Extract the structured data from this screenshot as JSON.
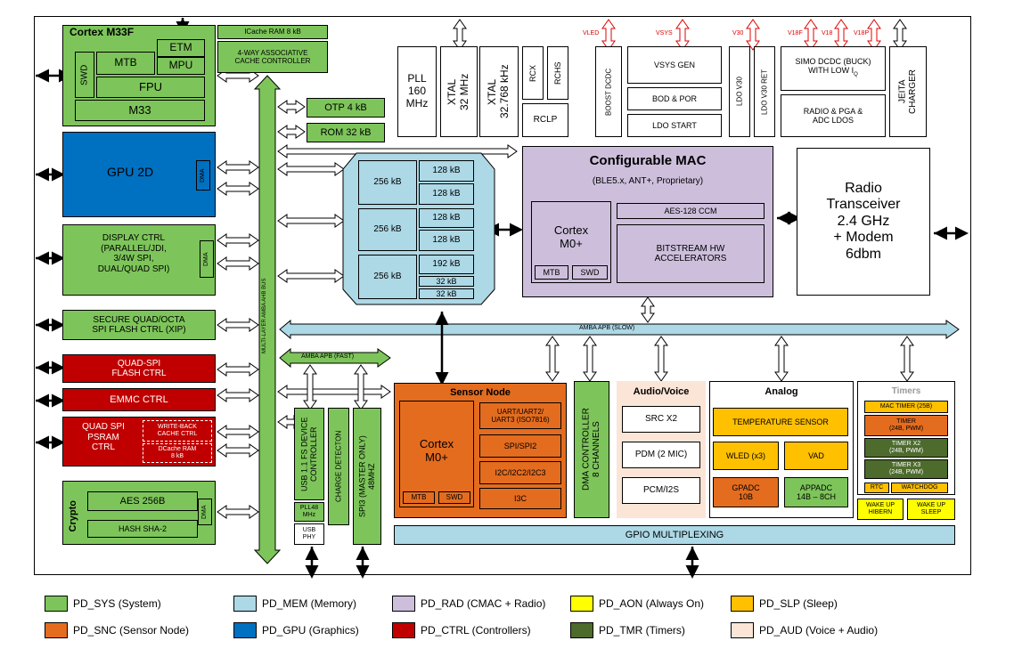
{
  "cpu": {
    "title": "Cortex M33F",
    "swd": "SWD",
    "mtb": "MTB",
    "etm": "ETM",
    "mpu": "MPU",
    "fpu": "FPU",
    "m33": "M33"
  },
  "cache": {
    "icache_ram": "ICache RAM 8 kB",
    "controller": "4-WAY ASSOCIATIVE\nCACHE CONTROLLER"
  },
  "gpu": {
    "label": "GPU 2D",
    "dma": "DMA"
  },
  "display": {
    "label": "DISPLAY CTRL\n(PARALLEL/JDI,\n3/4W SPI,\nDUAL/QUAD SPI)",
    "dma": "DMA"
  },
  "secure_flash": {
    "label": "SECURE QUAD/OCTA\nSPI FLASH CTRL (XIP)"
  },
  "quad_flash": {
    "label": "QUAD-SPI\nFLASH CTRL"
  },
  "emmc": {
    "label": "EMMC CTRL"
  },
  "psram": {
    "label": "QUAD SPI\nPSRAM\nCTRL",
    "wb": "WRITE-BACK\nCACHE CTRL",
    "dcache": "DCache RAM\n8 kB"
  },
  "crypto": {
    "title": "Crypto",
    "aes": "AES 256B",
    "hash": "HASH SHA-2",
    "dma": "DMA"
  },
  "bus": {
    "ahb": "MULTI-LAYER AMBA AHB BUS",
    "apb_fast": "AMBA APB (FAST)",
    "apb_slow": "AMBA APB (SLOW)"
  },
  "otp": "OTP 4 kB",
  "rom": "ROM 32 kB",
  "clocks": {
    "pll": "PLL\n160\nMHz",
    "xtal32": "XTAL\n32 MHz",
    "xtal32k": "XTAL\n32.768 kHz",
    "rcx": "RCX",
    "rchs": "RCHS",
    "rclp": "RCLP"
  },
  "power": {
    "boost": "BOOST DCDC",
    "vsys_gen": "VSYS GEN",
    "bod": "BOD & POR",
    "ldo_start": "LDO START",
    "ldo_v30": "LDO V30",
    "ldo_v30_ret": "LDO V30 RET",
    "simo": "SIMO DCDC (BUCK)\nWITH LOW I",
    "simo_sub": "Q",
    "radio_ldos": "RADIO & PGA &\nADC LDOS",
    "jeita": "JEITA\nCHARGER"
  },
  "rails": {
    "vled": "VLED",
    "vsys": "VSYS",
    "v30": "V30",
    "v18f": "V18F",
    "v18": "V18",
    "v18p": "V18P"
  },
  "memory": {
    "blocks": [
      "256 kB",
      "256 kB",
      "256 kB"
    ],
    "right": [
      "128 kB",
      "128 kB",
      "128 kB",
      "128 kB",
      "192 kB",
      "32 kB",
      "32 kB"
    ]
  },
  "mac": {
    "title": "Configurable MAC",
    "subtitle": "(BLE5.x, ANT+, Proprietary)",
    "cortex": "Cortex\nM0+",
    "mtb": "MTB",
    "swd": "SWD",
    "aes": "AES-128 CCM",
    "bitstream": "BITSTREAM HW\nACCELERATORS"
  },
  "radio": {
    "label": "Radio\nTransceiver\n2.4 GHz\n+ Modem\n6dbm"
  },
  "sensor": {
    "title": "Sensor Node",
    "cortex": "Cortex\nM0+",
    "mtb": "MTB",
    "swd": "SWD",
    "uart": "UART/UART2/\nUART3 (ISO7816)",
    "spi": "SPI/SPI2",
    "i2c": "I2C/I2C2/I2C3",
    "i3c": "I3C"
  },
  "usb": {
    "ctrl": "USB 1.1 FS DEVICE\nCONTROLLER",
    "charge": "CHARGE DETECTON",
    "pll48": "PLL48\nMHz",
    "phy": "USB\nPHY"
  },
  "spi3": "SPI3 (MASTER ONLY)\n48MHZ",
  "dma_ctrl": "DMA CONTROLLER\n8 CHANNELS",
  "audio": {
    "title": "Audio/Voice",
    "src": "SRC X2",
    "pdm": "PDM (2 MIC)",
    "pcm": "PCM/I2S"
  },
  "analog": {
    "title": "Analog",
    "temp": "TEMPERATURE SENSOR",
    "wled": "WLED (x3)",
    "vad": "VAD",
    "gpadc": "GPADC\n10B",
    "appadc": "APPADC\n14B – 8CH"
  },
  "timers": {
    "title": "Timers",
    "mac_timer": "MAC TIMER (25B)",
    "timer": "TIMER\n(24B, PWM)",
    "timer2": "TIMER X2\n(24B, PWM)",
    "timer3": "TIMER X3\n(24B, PWM)",
    "rtc": "RTC",
    "watchdog": "WATCHDOG",
    "wake_hibern": "WAKE UP\nHIBERN",
    "wake_sleep": "WAKE UP\nSLEEP"
  },
  "gpio": "GPIO MULTIPLEXING",
  "legend": [
    {
      "label": "PD_SYS (System)",
      "color": "#7dc55a"
    },
    {
      "label": "PD_MEM (Memory)",
      "color": "#add8e6"
    },
    {
      "label": "PD_RAD (CMAC + Radio)",
      "color": "#cdbfdc"
    },
    {
      "label": "PD_AON (Always On)",
      "color": "#ffff00"
    },
    {
      "label": "PD_SLP (Sleep)",
      "color": "#ffc000"
    },
    {
      "label": "PD_SNC (Sensor Node)",
      "color": "#e46c1f"
    },
    {
      "label": "PD_GPU (Graphics)",
      "color": "#0070c0"
    },
    {
      "label": "PD_CTRL (Controllers)",
      "color": "#c00000"
    },
    {
      "label": "PD_TMR (Timers)",
      "color": "#4d6b2c"
    },
    {
      "label": "PD_AUD (Voice + Audio)",
      "color": "#fbe5d6"
    }
  ]
}
